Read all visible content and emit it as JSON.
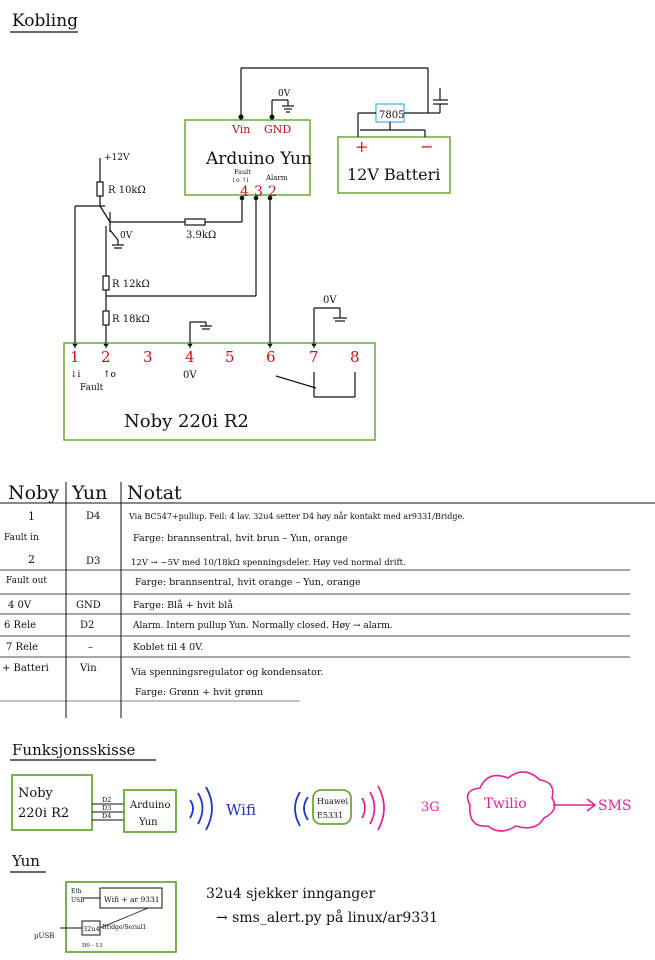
{
  "headings": {
    "kobling": "Kobling",
    "funksjonsskisse": "Funksjonsskisse",
    "yun": "Yun"
  },
  "arduino": {
    "vin": "Vin",
    "gnd": "GND",
    "title": "Arduino Yun",
    "fault_label": "Fault",
    "fault_dirs": "↓o ↑i",
    "alarm_label": "Alarm",
    "pin4": "4",
    "pin3": "3",
    "pin2": "2"
  },
  "battery": {
    "regulator": "7805",
    "plus": "+",
    "minus": "−",
    "title": "12V Batteri"
  },
  "circuit": {
    "supply": "+12V",
    "r1": "R 10kΩ",
    "r2": "3.9kΩ",
    "r3": "R 12kΩ",
    "r4": "R 18kΩ",
    "ov_a": "0V",
    "ov_b": "0V",
    "ov_c": "0V"
  },
  "noby": {
    "pins": [
      "1",
      "2",
      "3",
      "4",
      "5",
      "6",
      "7",
      "8"
    ],
    "pin1_sub": "↓i",
    "pin2_sub": "↑o",
    "fault": "Fault",
    "pin4_sub": "0V",
    "title": "Noby 220i   R2"
  },
  "table": {
    "headers": [
      "Noby",
      "Yun",
      "Notat"
    ],
    "rows": [
      {
        "noby": "1",
        "noby2": "Fault in",
        "yun": "D4",
        "notes": [
          "Via BC547+pullup. Feil: 4 lav. 32u4 setter D4 høy når kontakt med ar9331/Bridge.",
          "Farge: brannsentral, hvit brun – Yun, orange"
        ]
      },
      {
        "noby": "2",
        "noby2": "Fault out",
        "yun": "D3",
        "notes": [
          "12V → ~5V med 10/18kΩ spenningsdeler. Høy ved normal drift.",
          "Farge: brannsentral, hvit orange – Yun, orange"
        ]
      },
      {
        "noby": "4 0V",
        "noby2": "",
        "yun": "GND",
        "notes": [
          "Farge: Blå + hvit blå"
        ]
      },
      {
        "noby": "6 Rele",
        "noby2": "",
        "yun": "D2",
        "notes": [
          "Alarm. Intern pullup Yun. Normally closed. Høy → alarm."
        ]
      },
      {
        "noby": "7 Rele",
        "noby2": "",
        "yun": "–",
        "notes": [
          "Koblet til 4 0V."
        ]
      },
      {
        "noby": "+ Batteri",
        "noby2": "",
        "yun": "Vin",
        "notes": [
          "Via spenningsregulator og kondensator.",
          "Farge: Grønn + hvit grønn"
        ]
      }
    ]
  },
  "sketch": {
    "noby_line1": "Noby",
    "noby_line2": "220i  R2",
    "pins": [
      "D2",
      "D3",
      "D4"
    ],
    "yun_line1": "Arduino",
    "yun_line2": "Yun",
    "wifi": "Wifi",
    "huawei_line1": "Huawei",
    "huawei_line2": "E5331",
    "threeg": "3G",
    "twilio": "Twilio",
    "sms": "SMS"
  },
  "yun_detail": {
    "eth": "Eth",
    "usb": "USB",
    "wifi_box": "Wifi + ar 9331",
    "mcu": "32u4",
    "bridge": "Bridge/Serial1",
    "pins": "D0 - 13",
    "musb": "µUSB",
    "note1": "32u4 sjekker innganger",
    "note2": "→ sms_alert.py på linux/ar9331"
  },
  "colors": {
    "green": "#6ca83a",
    "red": "#d01010",
    "blue": "#2233cc",
    "magenta": "#e0249a",
    "cyan": "#4ab8e0"
  }
}
